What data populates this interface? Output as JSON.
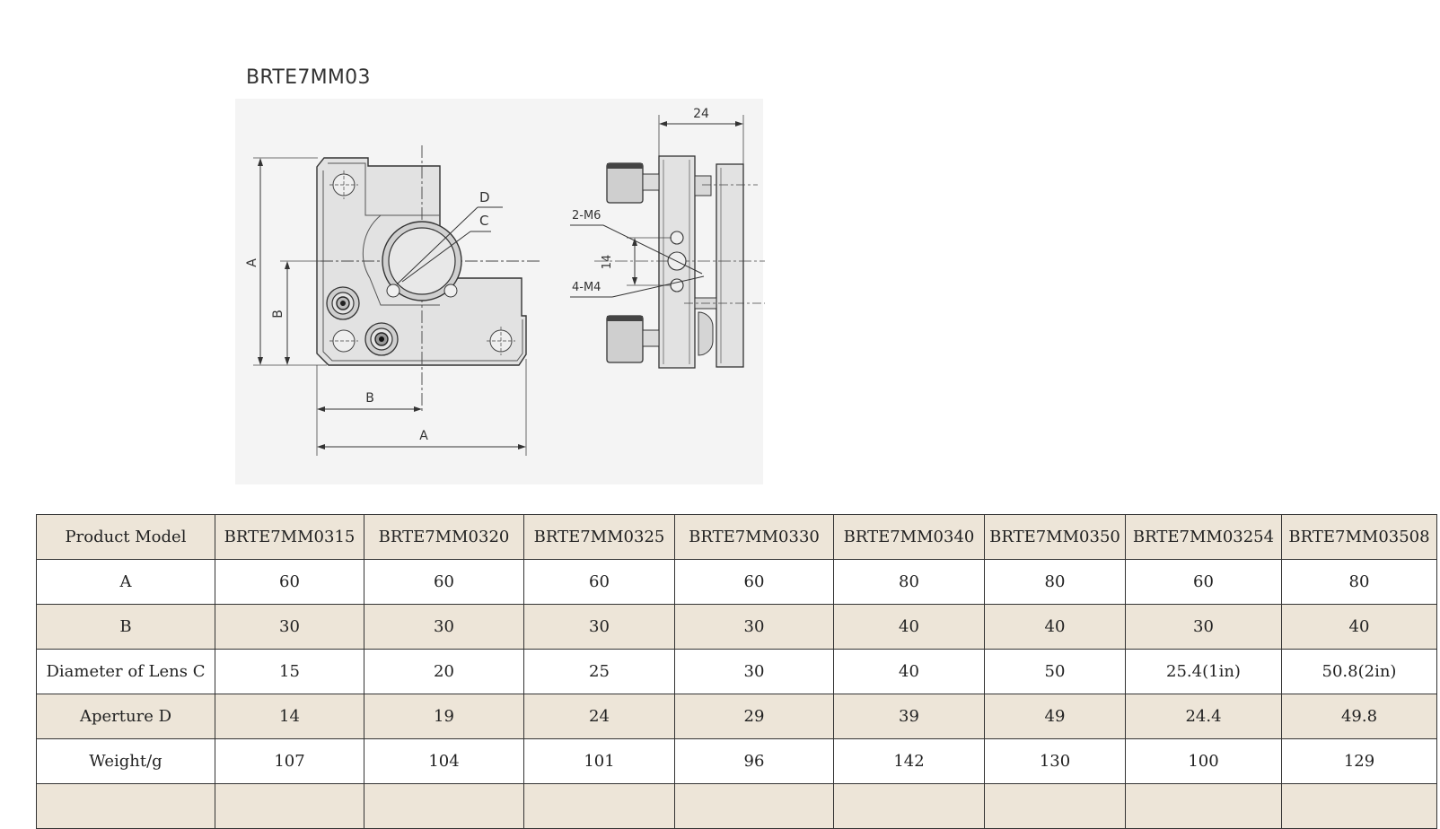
{
  "title": "BRTE7MM03",
  "drawing": {
    "dim_top": "24",
    "label_D": "D",
    "label_C": "C",
    "label_2M6": "2-M6",
    "label_14": "14",
    "label_4M4": "4-M4",
    "label_A_vertical": "A",
    "label_B_vertical": "B",
    "label_B_horizontal": "B",
    "label_A_horizontal": "A"
  },
  "table": {
    "headers": [
      "Product Model",
      "BRTE7MM0315",
      "BRTE7MM0320",
      "BRTE7MM0325",
      "BRTE7MM0330",
      "BRTE7MM0340",
      "BRTE7MM0350",
      "BRTE7MM03254",
      "BRTE7MM03508"
    ],
    "rows": [
      [
        "A",
        "60",
        "60",
        "60",
        "60",
        "80",
        "80",
        "60",
        "80"
      ],
      [
        "B",
        "30",
        "30",
        "30",
        "30",
        "40",
        "40",
        "30",
        "40"
      ],
      [
        "Diameter of Lens C",
        "15",
        "20",
        "25",
        "30",
        "40",
        "50",
        "25.4(1in)",
        "50.8(2in)"
      ],
      [
        "Aperture D",
        "14",
        "19",
        "24",
        "29",
        "39",
        "49",
        "24.4",
        "49.8"
      ],
      [
        "Weight/g",
        "107",
        "104",
        "101",
        "96",
        "142",
        "130",
        "100",
        "129"
      ]
    ]
  },
  "colors": {
    "shade": "#ede5d8",
    "border": "#333333",
    "part_fill": "#e6e6e6",
    "part_stroke": "#333333"
  }
}
